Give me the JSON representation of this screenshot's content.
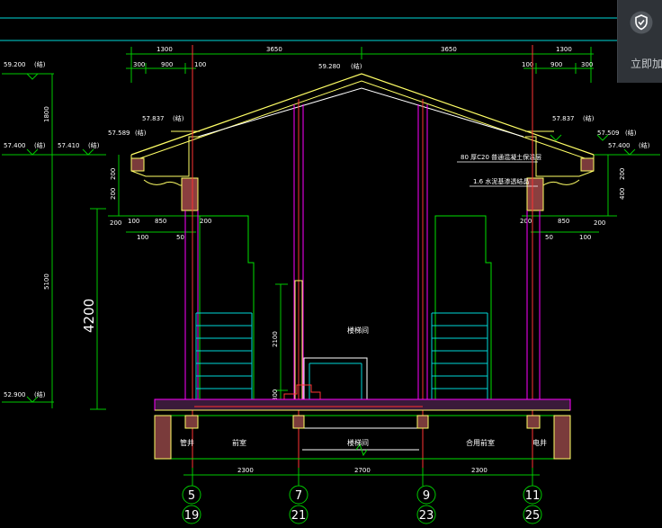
{
  "elevations": {
    "ridge_left": "59.200",
    "ridge_center": "59.280",
    "struct_tag": "(结)",
    "eave_top_left": "57.837",
    "eave_left_outer": "57.589",
    "eave_top_right": "57.837",
    "eave_right_outer": "57.509",
    "level_left_a": "57.400",
    "level_left_b": "57.410",
    "level_right_a": "57.400",
    "base_left": "52.900"
  },
  "dims": {
    "top_left_1": "1300",
    "top_center_left": "3650",
    "top_center_right": "3650",
    "top_right_1": "1300",
    "top_left_a": "300",
    "top_left_b": "900",
    "top_left_c": "100",
    "top_right_a": "100",
    "top_right_b": "900",
    "top_right_c": "300",
    "left_vertical_1800": "1800",
    "left_vertical_5100": "5100",
    "big_height": "4200",
    "bottom_1": "2300",
    "bottom_2": "2700",
    "bottom_3": "2300",
    "left_200_a": "200",
    "left_200_b": "200",
    "left_200_c": "200",
    "left_100_a": "100",
    "left_850": "850",
    "left_200_d": "200",
    "left_100_b": "100",
    "left_50": "50",
    "right_850": "850",
    "right_100": "100",
    "right_50": "50",
    "right_200_a": "200",
    "right_200_b": "200",
    "right_400": "400",
    "right_200_c": "200",
    "mid_2100": "2100",
    "mid_300": "300"
  },
  "notes": {
    "roof_note_1": "80 厚C20 普通混凝土保温层",
    "roof_note_2": "1.6 水泥基渗透结晶"
  },
  "rooms": {
    "stair_upper": "楼梯间",
    "pipe_well": "管井",
    "front_room": "前室",
    "stair_lower": "楼梯间",
    "shared_front_room": "合用前室",
    "elec_well": "电井"
  },
  "axes": {
    "a1_top": "5",
    "a1_bot": "19",
    "a2_top": "7",
    "a2_bot": "21",
    "a3_top": "9",
    "a3_bot": "23",
    "a4_top": "11",
    "a4_bot": "25"
  },
  "widget": {
    "label": "立即加",
    "icon": "shield-check-icon"
  }
}
